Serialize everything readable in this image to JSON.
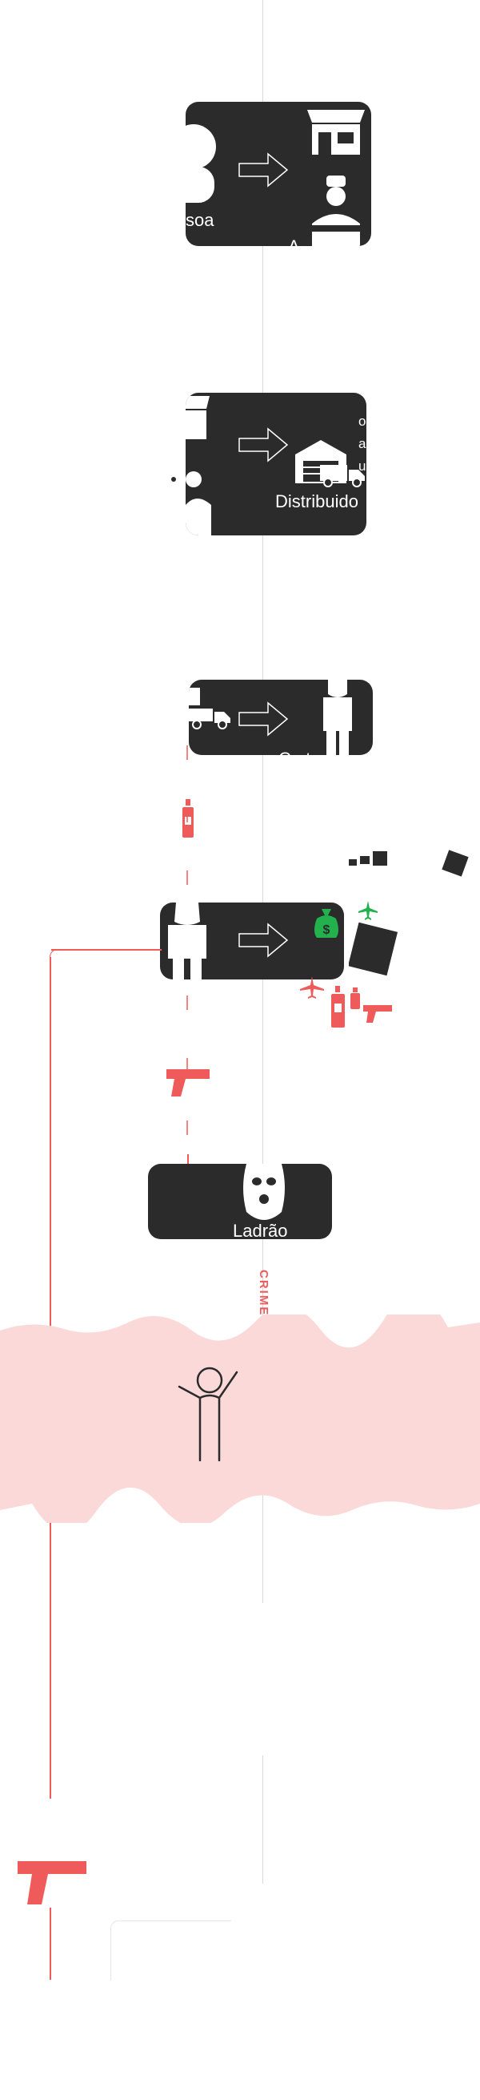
{
  "cards": [
    {
      "id": "card1",
      "label_left": "soa",
      "label_right": "A...d..."
    },
    {
      "id": "card2",
      "label_right": "Distribuido",
      "side_text": "o\na\nu"
    },
    {
      "id": "card3",
      "label_right": "C...t...l..."
    },
    {
      "id": "card4"
    },
    {
      "id": "card5",
      "label": "Ladrão"
    }
  ],
  "crime_label": "CRIME",
  "colors": {
    "card": "#2b2b2b",
    "accent_red": "#ef5b5b",
    "accent_green": "#22b14c",
    "band": "#fbd9d9",
    "line": "#d9d9d9"
  },
  "icons": [
    "person-icon",
    "store-icon",
    "baker-icon",
    "warehouse-icon",
    "truck-icon",
    "hooded-figure-icon",
    "money-bag-icon",
    "airplane-icon",
    "spray-can-icon",
    "pistol-icon",
    "balaclava-icon",
    "waving-person-icon",
    "arrow-right-icon"
  ]
}
